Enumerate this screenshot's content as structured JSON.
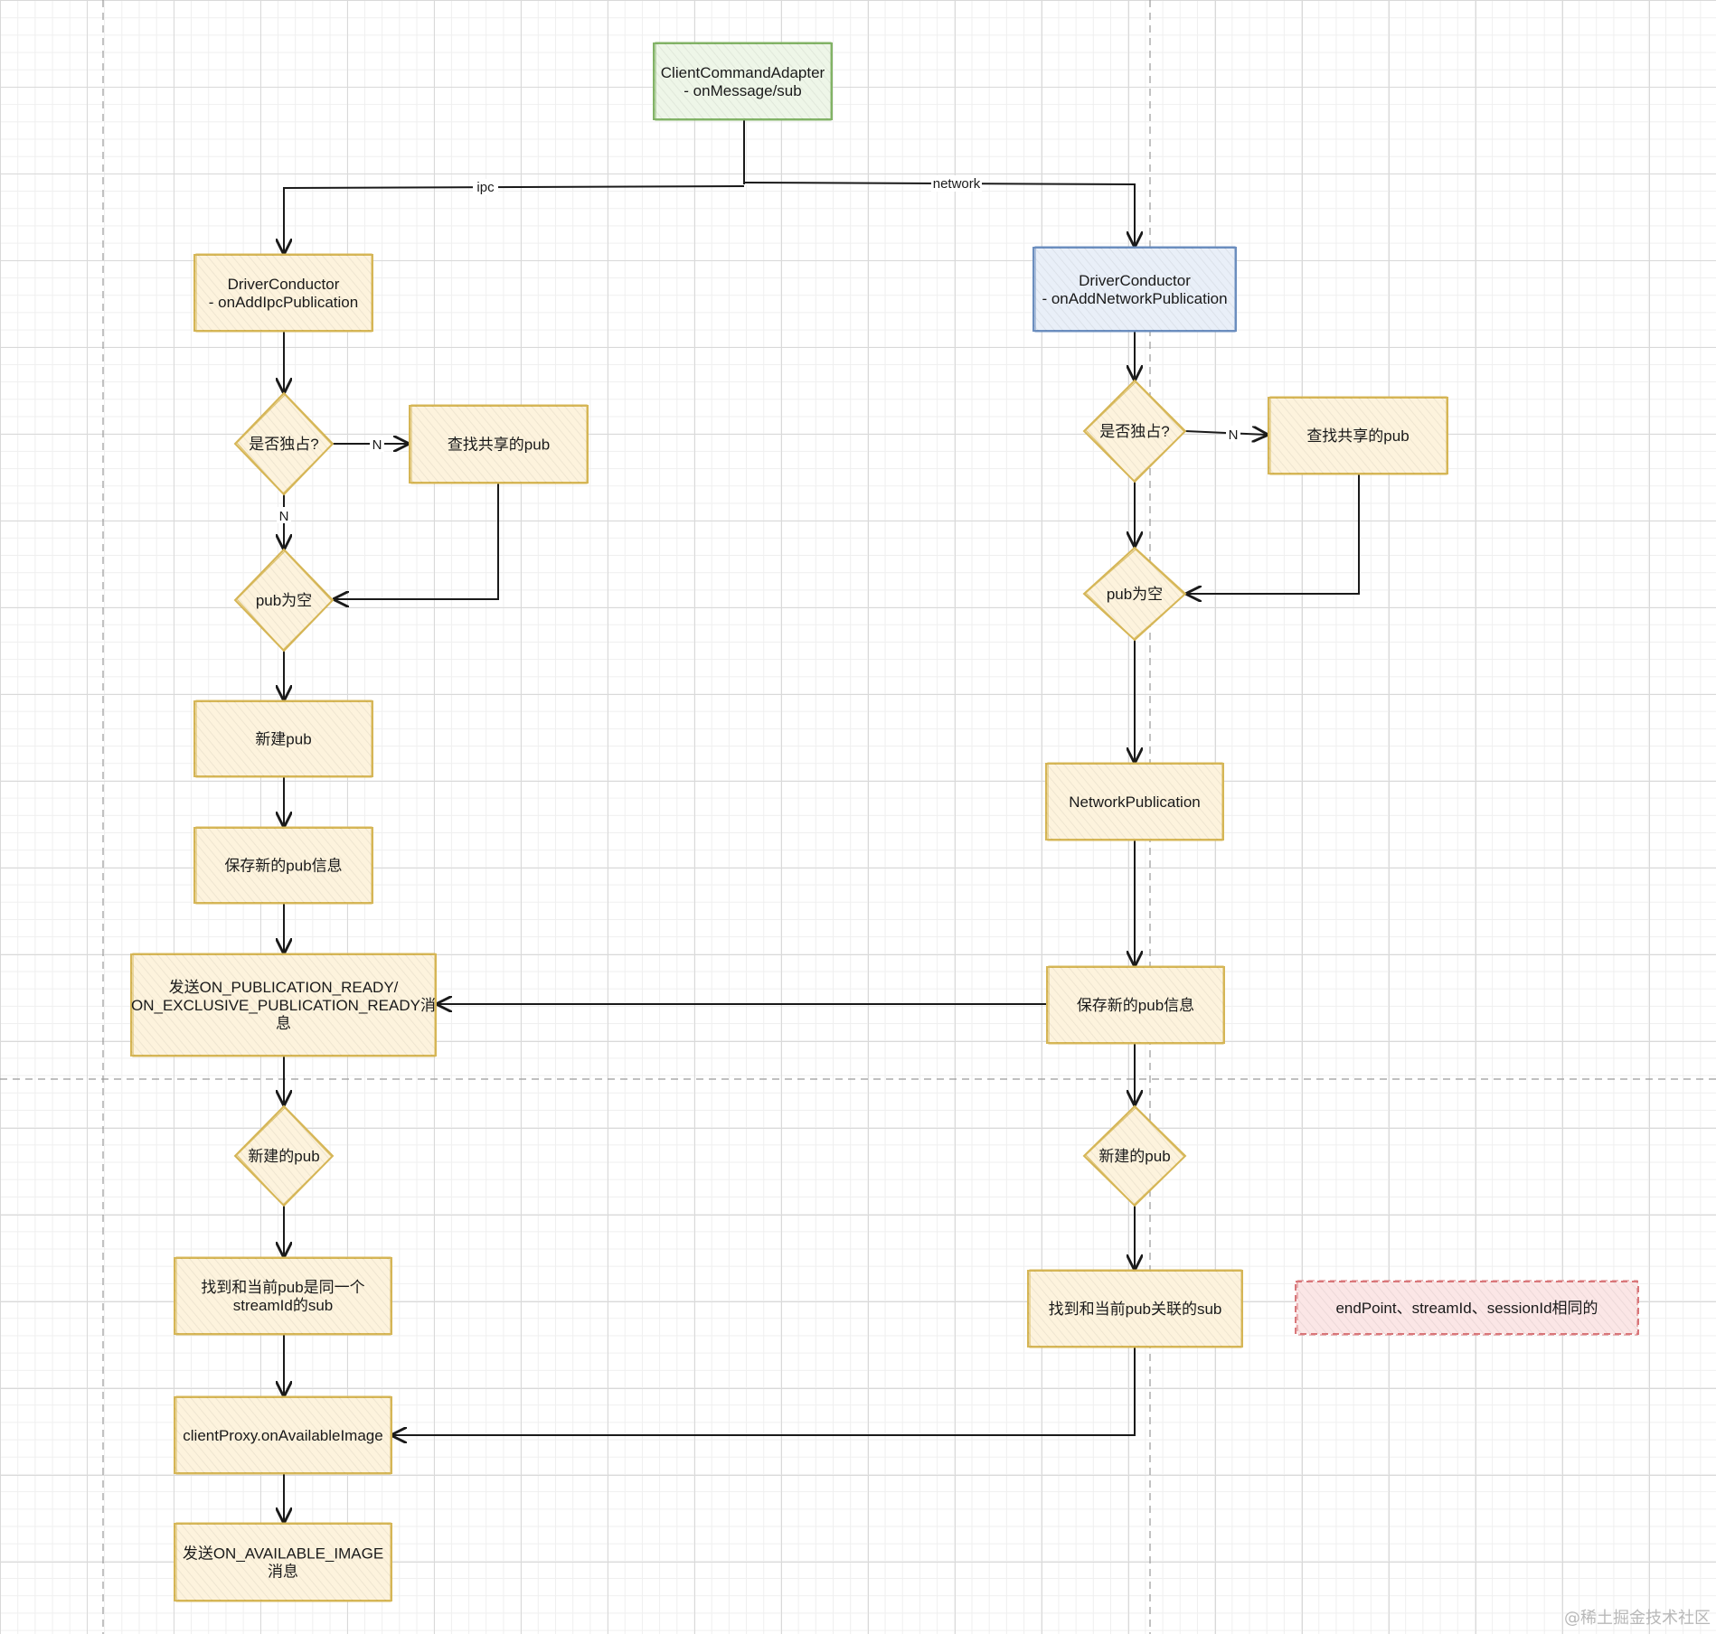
{
  "colors": {
    "yellow_stroke": "#d6b656",
    "yellow_fill": "#fdf3dd",
    "green_stroke": "#82b366",
    "green_fill": "#eef6e8",
    "blue_stroke": "#6c8ebf",
    "blue_fill": "#e9eff8",
    "red_stroke": "#d9777a",
    "red_fill": "#fbe6e6",
    "edge": "#1a1a1a"
  },
  "nodes": {
    "client_command_adapter": {
      "lines": [
        "ClientCommandAdapter",
        "- onMessage/sub"
      ]
    },
    "ipc_conductor": {
      "lines": [
        "DriverConductor",
        "- onAddIpcPublication"
      ]
    },
    "ipc_exclusive_check": {
      "lines": [
        "是否独占?"
      ]
    },
    "ipc_find_shared": {
      "lines": [
        "查找共享的pub"
      ]
    },
    "ipc_pub_empty": {
      "lines": [
        "pub为空"
      ]
    },
    "ipc_new_pub": {
      "lines": [
        "新建pub"
      ]
    },
    "ipc_save_pub": {
      "lines": [
        "保存新的pub信息"
      ]
    },
    "send_publication_ready": {
      "lines": [
        "发送ON_PUBLICATION_READY/",
        "ON_EXCLUSIVE_PUBLICATION_READY消",
        "息"
      ]
    },
    "ipc_new_pub_check": {
      "lines": [
        "新建的pub"
      ]
    },
    "ipc_find_sub": {
      "lines": [
        "找到和当前pub是同一个",
        "streamId的sub"
      ]
    },
    "client_proxy": {
      "lines": [
        "clientProxy.onAvailableImage"
      ]
    },
    "send_available_image": {
      "lines": [
        "发送ON_AVAILABLE_IMAGE",
        "消息"
      ]
    },
    "net_conductor": {
      "lines": [
        "DriverConductor",
        "- onAddNetworkPublication"
      ]
    },
    "net_exclusive_check": {
      "lines": [
        "是否独占?"
      ]
    },
    "net_find_shared": {
      "lines": [
        "查找共享的pub"
      ]
    },
    "net_pub_empty": {
      "lines": [
        "pub为空"
      ]
    },
    "network_publication": {
      "lines": [
        "NetworkPublication"
      ]
    },
    "net_save_pub": {
      "lines": [
        "保存新的pub信息"
      ]
    },
    "net_new_pub_check": {
      "lines": [
        "新建的pub"
      ]
    },
    "net_find_sub": {
      "lines": [
        "找到和当前pub关联的sub"
      ]
    },
    "note_match": {
      "lines": [
        "endPoint、streamId、sessionId相同的"
      ]
    }
  },
  "edge_labels": {
    "ipc": "ipc",
    "network": "network",
    "ipc_exclusive_no_right": "N",
    "ipc_exclusive_no_down": "N",
    "net_exclusive_no_right": "N"
  },
  "watermark": "@稀土掘金技术社区"
}
